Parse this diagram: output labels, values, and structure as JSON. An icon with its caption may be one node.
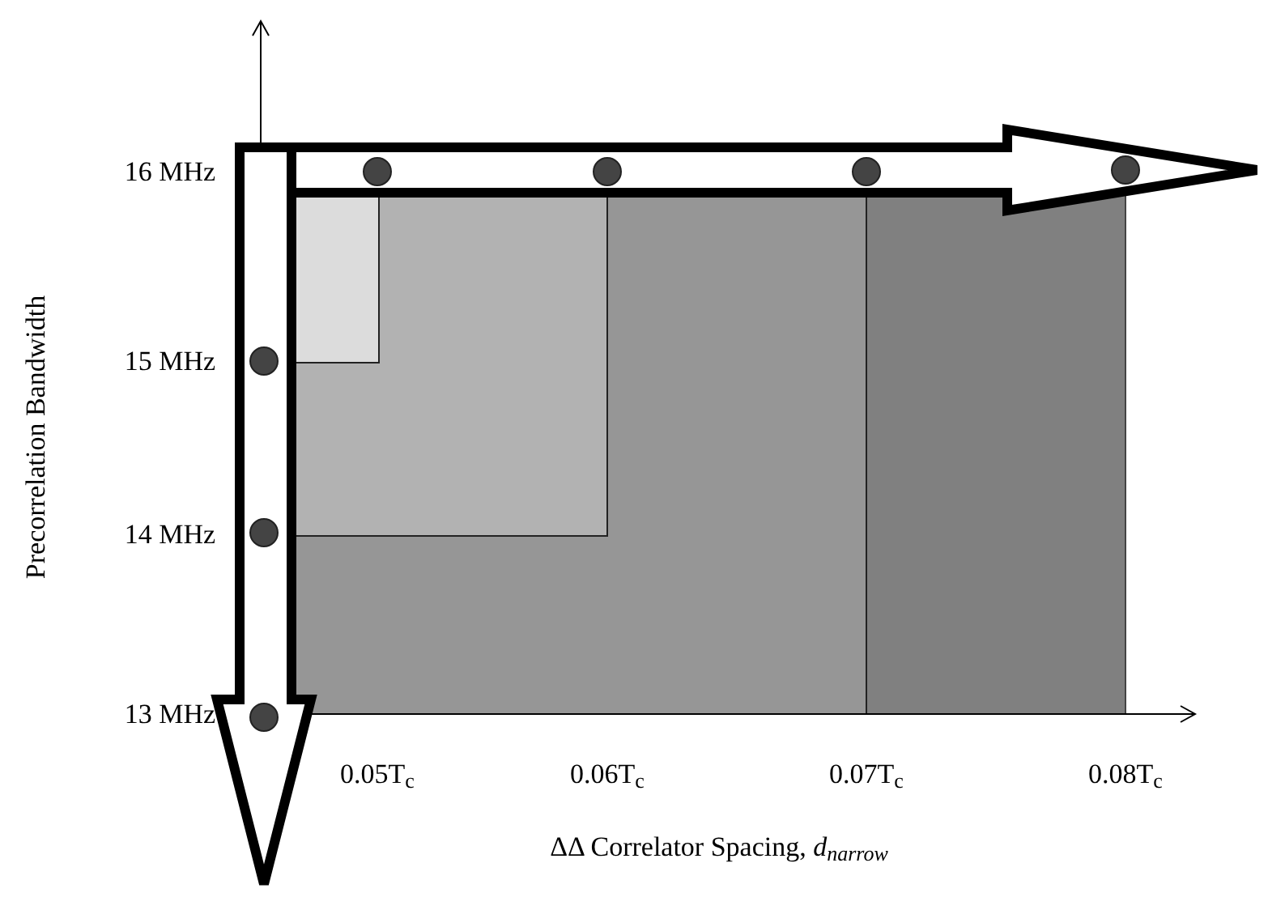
{
  "diagram": {
    "labels": [
      "16 MHz",
      "15 MHz",
      "14 MHz",
      "13 MHz",
      "Precorrelation Bandwidth",
      "0.05T$_{c}$",
      "0.06T$_{c}$",
      "0.07T$_{c}$",
      "0.08T$_{c}$",
      "ΔΔ Correlator Spacing, *d*$_{narrow}$"
    ]
  }
}
